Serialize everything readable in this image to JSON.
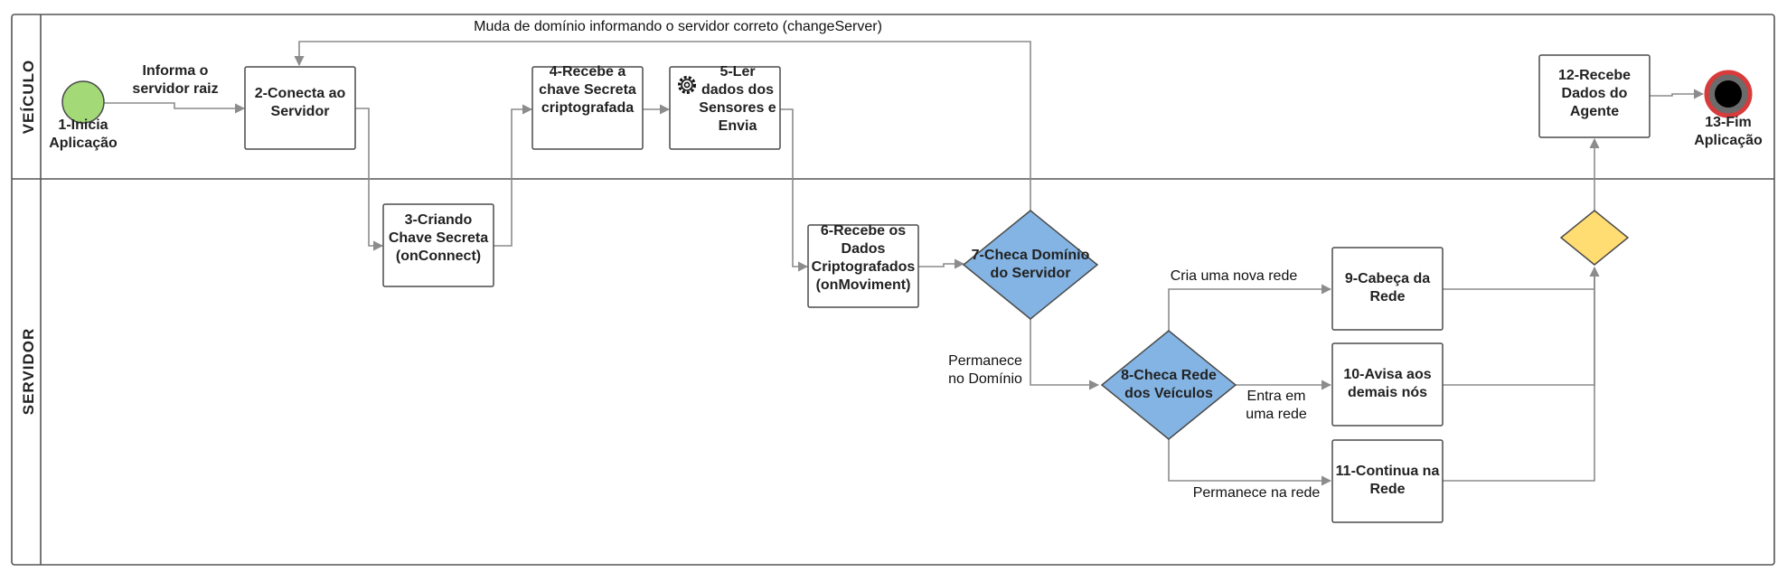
{
  "lanes": {
    "top": "VEÍCULO",
    "bottom": "SERVIDOR"
  },
  "nodes": {
    "n1": "1-Inicia\nAplicação",
    "n2": "2-Conecta ao\nServidor",
    "n3": "3-Criando\nChave Secreta\n(onConnect)",
    "n4": "4-Recebe a\nchave Secreta\ncriptografada",
    "n5": "5-Ler\ndados dos\nSensores e\nEnvia",
    "n6": "6-Recebe os\nDados\nCriptografados\n(onMoviment)",
    "n7": "7-Checa Domínio\ndo Servidor",
    "n8": "8-Checa Rede\ndos Veículos",
    "n9": "9-Cabeça da\nRede",
    "n10": "10-Avisa aos\ndemais nós",
    "n11": "11-Continua na\nRede",
    "n12": "12-Recebe\nDados do\nAgente",
    "n13": "13-Fim\nAplicação"
  },
  "labels": {
    "informa": "Informa o\nservidor raiz",
    "muda": "Muda de domínio informando o servidor correto (changeServer)",
    "permanece_dominio": "Permanece\nno Domínio",
    "cria_rede": "Cria uma nova rede",
    "entra_rede": "Entra em\numa rede",
    "permanece_rede": "Permanece na rede"
  },
  "colors": {
    "start_event": "#a3d977",
    "decision": "#84b4e3",
    "end_ring": "#d83b3b",
    "gateway": "#ffdd73",
    "line": "#8c8c8c"
  },
  "icons": {
    "task5": "gear-icon"
  }
}
